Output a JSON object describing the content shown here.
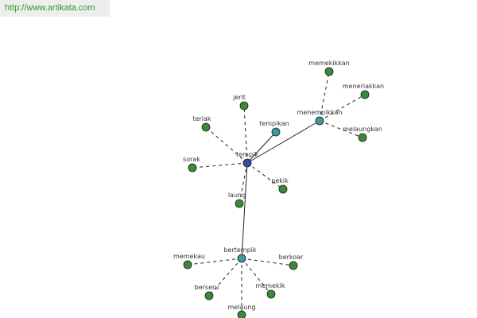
{
  "header": {
    "url": "http://www.artikata.com"
  },
  "colors": {
    "hub": "#3a4a9a",
    "secondary": "#3a9a9a",
    "leaf": "#3a8a3a",
    "edge": "#222222"
  },
  "graph": {
    "nodes": [
      {
        "id": "tempik",
        "label": "tempik",
        "kind": "hub"
      },
      {
        "id": "menempikkan",
        "label": "menempikkan",
        "kind": "secondary"
      },
      {
        "id": "bertempik",
        "label": "bertempik",
        "kind": "secondary"
      },
      {
        "id": "tempikan",
        "label": "tempikan",
        "kind": "secondary"
      },
      {
        "id": "jerit",
        "label": "jerit",
        "kind": "leaf"
      },
      {
        "id": "teriak",
        "label": "teriak",
        "kind": "leaf"
      },
      {
        "id": "sorak",
        "label": "sorak",
        "kind": "leaf"
      },
      {
        "id": "pekik",
        "label": "pekik",
        "kind": "leaf"
      },
      {
        "id": "laung",
        "label": "laung",
        "kind": "leaf"
      },
      {
        "id": "memekikkan",
        "label": "memekikkan",
        "kind": "leaf"
      },
      {
        "id": "meneriakkan",
        "label": "meneriakkan",
        "kind": "leaf"
      },
      {
        "id": "melaungkan",
        "label": "melaungkan",
        "kind": "leaf"
      },
      {
        "id": "memekau",
        "label": "memekau",
        "kind": "leaf"
      },
      {
        "id": "berkoar",
        "label": "berkoar",
        "kind": "leaf"
      },
      {
        "id": "berseru",
        "label": "berseru",
        "kind": "leaf"
      },
      {
        "id": "memekik",
        "label": "memekik",
        "kind": "leaf"
      },
      {
        "id": "melaung",
        "label": "melaung",
        "kind": "leaf"
      }
    ],
    "edges": [
      {
        "from": "tempik",
        "to": "menempikkan",
        "style": "solid"
      },
      {
        "from": "tempik",
        "to": "bertempik",
        "style": "solid"
      },
      {
        "from": "tempik",
        "to": "tempikan",
        "style": "solid"
      },
      {
        "from": "tempik",
        "to": "jerit",
        "style": "dashed"
      },
      {
        "from": "tempik",
        "to": "teriak",
        "style": "dashed"
      },
      {
        "from": "tempik",
        "to": "sorak",
        "style": "dashed"
      },
      {
        "from": "tempik",
        "to": "pekik",
        "style": "dashed"
      },
      {
        "from": "tempik",
        "to": "laung",
        "style": "dashed"
      },
      {
        "from": "menempikkan",
        "to": "memekikkan",
        "style": "dashed"
      },
      {
        "from": "menempikkan",
        "to": "meneriakkan",
        "style": "dashed"
      },
      {
        "from": "menempikkan",
        "to": "melaungkan",
        "style": "dashed"
      },
      {
        "from": "bertempik",
        "to": "memekau",
        "style": "dashed"
      },
      {
        "from": "bertempik",
        "to": "berkoar",
        "style": "dashed"
      },
      {
        "from": "bertempik",
        "to": "berseru",
        "style": "dashed"
      },
      {
        "from": "bertempik",
        "to": "memekik",
        "style": "dashed"
      },
      {
        "from": "bertempik",
        "to": "melaung",
        "style": "dashed"
      }
    ]
  }
}
